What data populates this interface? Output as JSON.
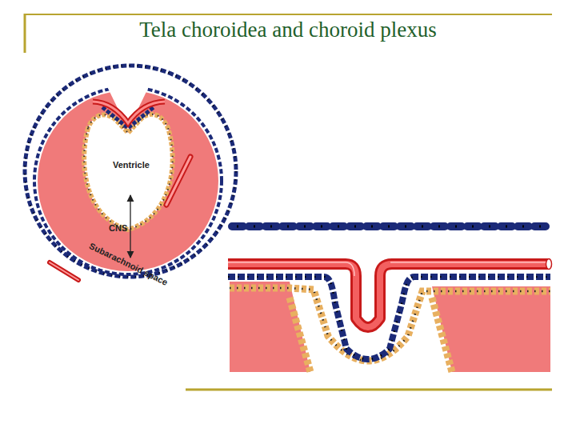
{
  "diagram": {
    "title": "Tela choroidea and choroid plexus",
    "labels": [
      "Ventricle",
      "CNS",
      "Subarachnoid space"
    ]
  }
}
